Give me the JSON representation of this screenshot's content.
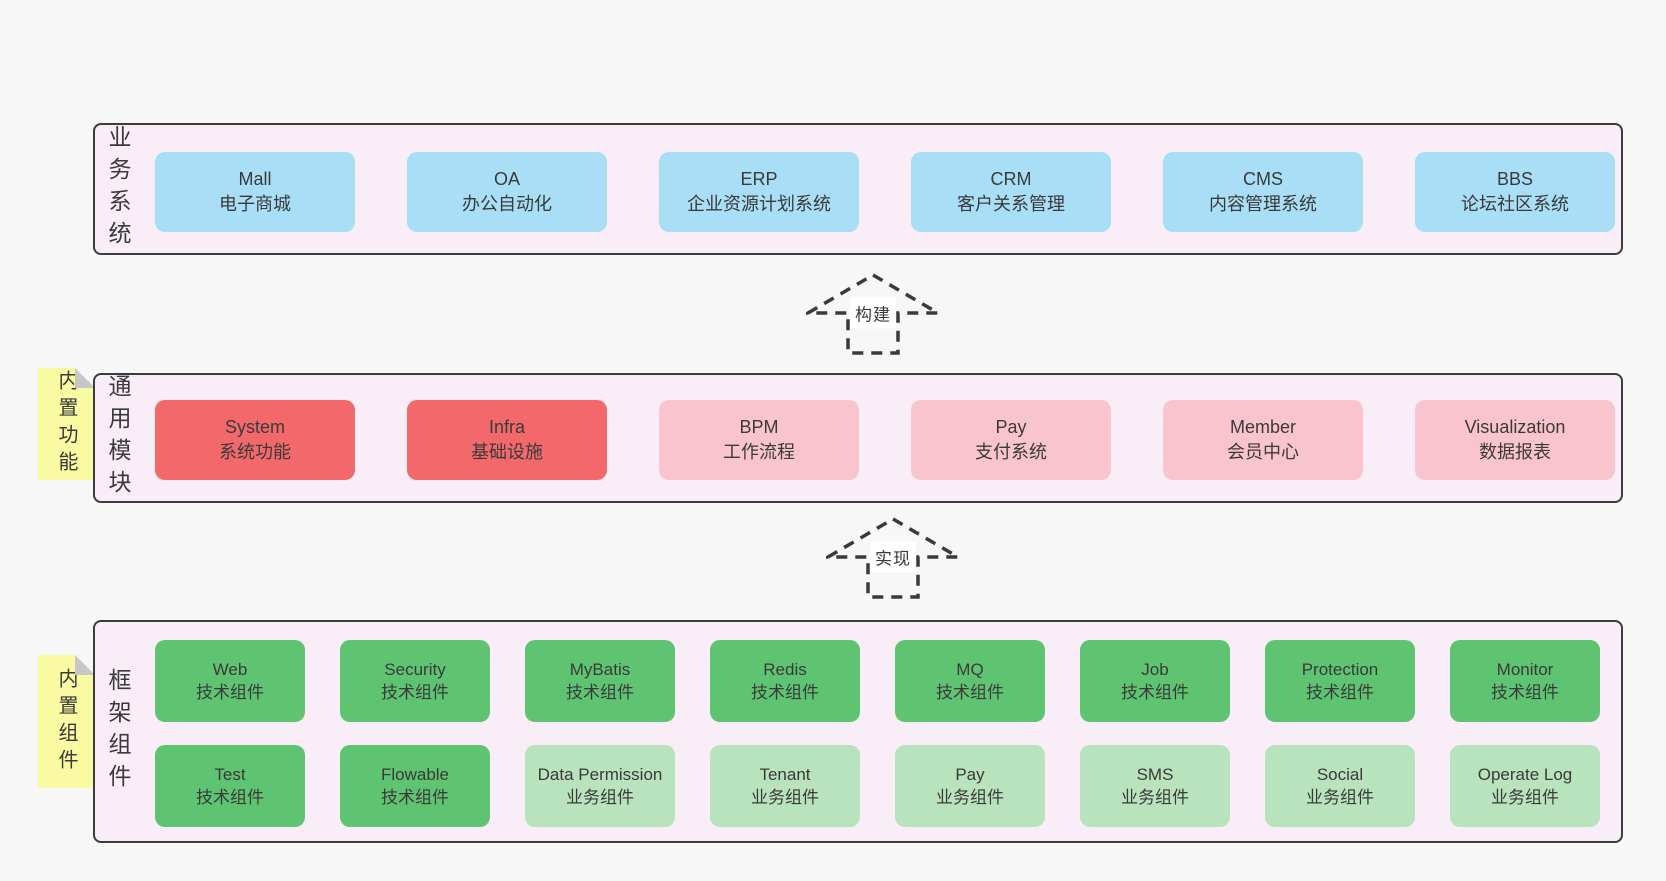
{
  "colors": {
    "page_bg": "#f7f7f7",
    "container_bg": "#f9eef7",
    "container_border": "#3c3c3c",
    "box_blue": "#a9def7",
    "box_red": "#f3696b",
    "box_pink": "#f9c4ce",
    "box_green": "#5fc471",
    "box_light_green": "#b9e3bc",
    "note_yellow": "#fafaa3",
    "note_fold_gray": "#c7c7c7",
    "text": "#3a3a3a"
  },
  "layer_business": {
    "label": "业务系统",
    "boxes": [
      {
        "title": "Mall",
        "subtitle": "电子商城"
      },
      {
        "title": "OA",
        "subtitle": "办公自动化"
      },
      {
        "title": "ERP",
        "subtitle": "企业资源计划系统"
      },
      {
        "title": "CRM",
        "subtitle": "客户关系管理"
      },
      {
        "title": "CMS",
        "subtitle": "内容管理系统"
      },
      {
        "title": "BBS",
        "subtitle": "论坛社区系统"
      }
    ]
  },
  "arrow_build": {
    "label": "构建"
  },
  "layer_modules": {
    "label": "通用模块",
    "note": "内置功能",
    "boxes": [
      {
        "title": "System",
        "subtitle": "系统功能"
      },
      {
        "title": "Infra",
        "subtitle": "基础设施"
      },
      {
        "title": "BPM",
        "subtitle": "工作流程"
      },
      {
        "title": "Pay",
        "subtitle": "支付系统"
      },
      {
        "title": "Member",
        "subtitle": "会员中心"
      },
      {
        "title": "Visualization",
        "subtitle": "数据报表"
      }
    ]
  },
  "arrow_implement": {
    "label": "实现"
  },
  "layer_components": {
    "label": "框架组件",
    "note": "内置组件",
    "row1": [
      {
        "title": "Web",
        "subtitle": "技术组件"
      },
      {
        "title": "Security",
        "subtitle": "技术组件"
      },
      {
        "title": "MyBatis",
        "subtitle": "技术组件"
      },
      {
        "title": "Redis",
        "subtitle": "技术组件"
      },
      {
        "title": "MQ",
        "subtitle": "技术组件"
      },
      {
        "title": "Job",
        "subtitle": "技术组件"
      },
      {
        "title": "Protection",
        "subtitle": "技术组件"
      },
      {
        "title": "Monitor",
        "subtitle": "技术组件"
      }
    ],
    "row2": [
      {
        "title": "Test",
        "subtitle": "技术组件"
      },
      {
        "title": "Flowable",
        "subtitle": "技术组件"
      },
      {
        "title": "Data Permission",
        "subtitle": "业务组件"
      },
      {
        "title": "Tenant",
        "subtitle": "业务组件"
      },
      {
        "title": "Pay",
        "subtitle": "业务组件"
      },
      {
        "title": "SMS",
        "subtitle": "业务组件"
      },
      {
        "title": "Social",
        "subtitle": "业务组件"
      },
      {
        "title": "Operate Log",
        "subtitle": "业务组件"
      }
    ]
  }
}
